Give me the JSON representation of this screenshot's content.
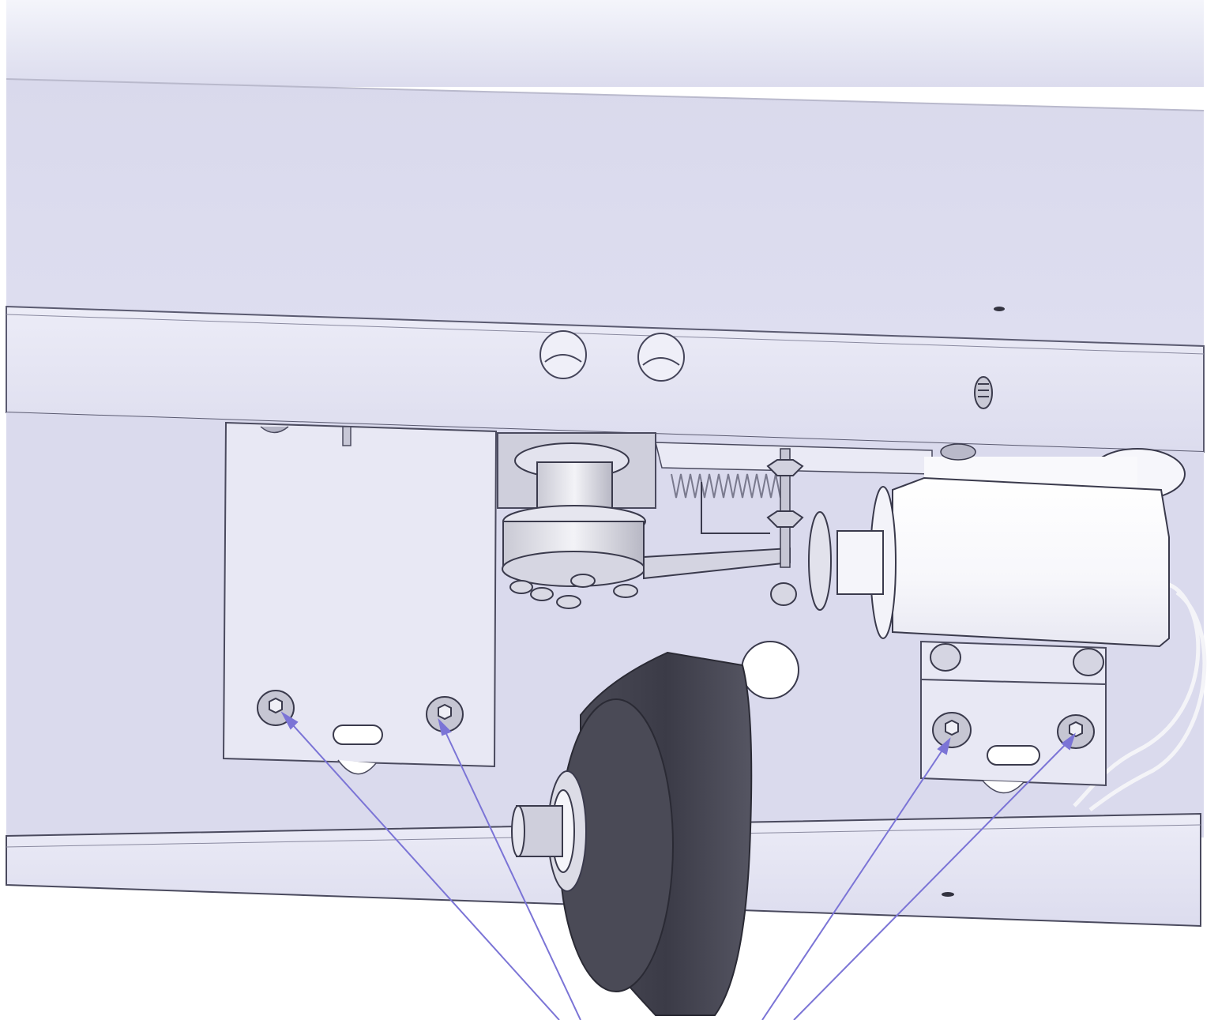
{
  "diagram": {
    "kind": "cad-render-mechanical-assembly",
    "colors": {
      "background_top": "#eef0f8",
      "panel": "#dcdcef",
      "panel_light": "#e9e9f5",
      "rail": "#e3e3f1",
      "edge_line": "#5a5a70",
      "wheel_dark": "#3a3a46",
      "wheel_mid": "#4c4c58",
      "motor_white": "#fbfbfd",
      "leader_line": "#7b74d6",
      "cable": "#f4f4f8"
    },
    "components": [
      {
        "name": "upper-cover",
        "icon": "panel"
      },
      {
        "name": "frame-rail",
        "icon": "rail"
      },
      {
        "name": "left-mounting-plate",
        "icon": "plate"
      },
      {
        "name": "right-mounting-plate",
        "icon": "plate"
      },
      {
        "name": "drive-coupling",
        "icon": "coupling"
      },
      {
        "name": "tension-spring",
        "icon": "spring"
      },
      {
        "name": "motor",
        "icon": "cylinder"
      },
      {
        "name": "drive-wheel",
        "icon": "wheel"
      },
      {
        "name": "lower-rail",
        "icon": "rail"
      },
      {
        "name": "cables",
        "icon": "wire"
      }
    ],
    "callouts": {
      "count": 4,
      "targets": [
        "left-plate-screw-1",
        "left-plate-screw-2",
        "right-plate-screw-1",
        "right-plate-screw-2"
      ],
      "label": ""
    }
  }
}
